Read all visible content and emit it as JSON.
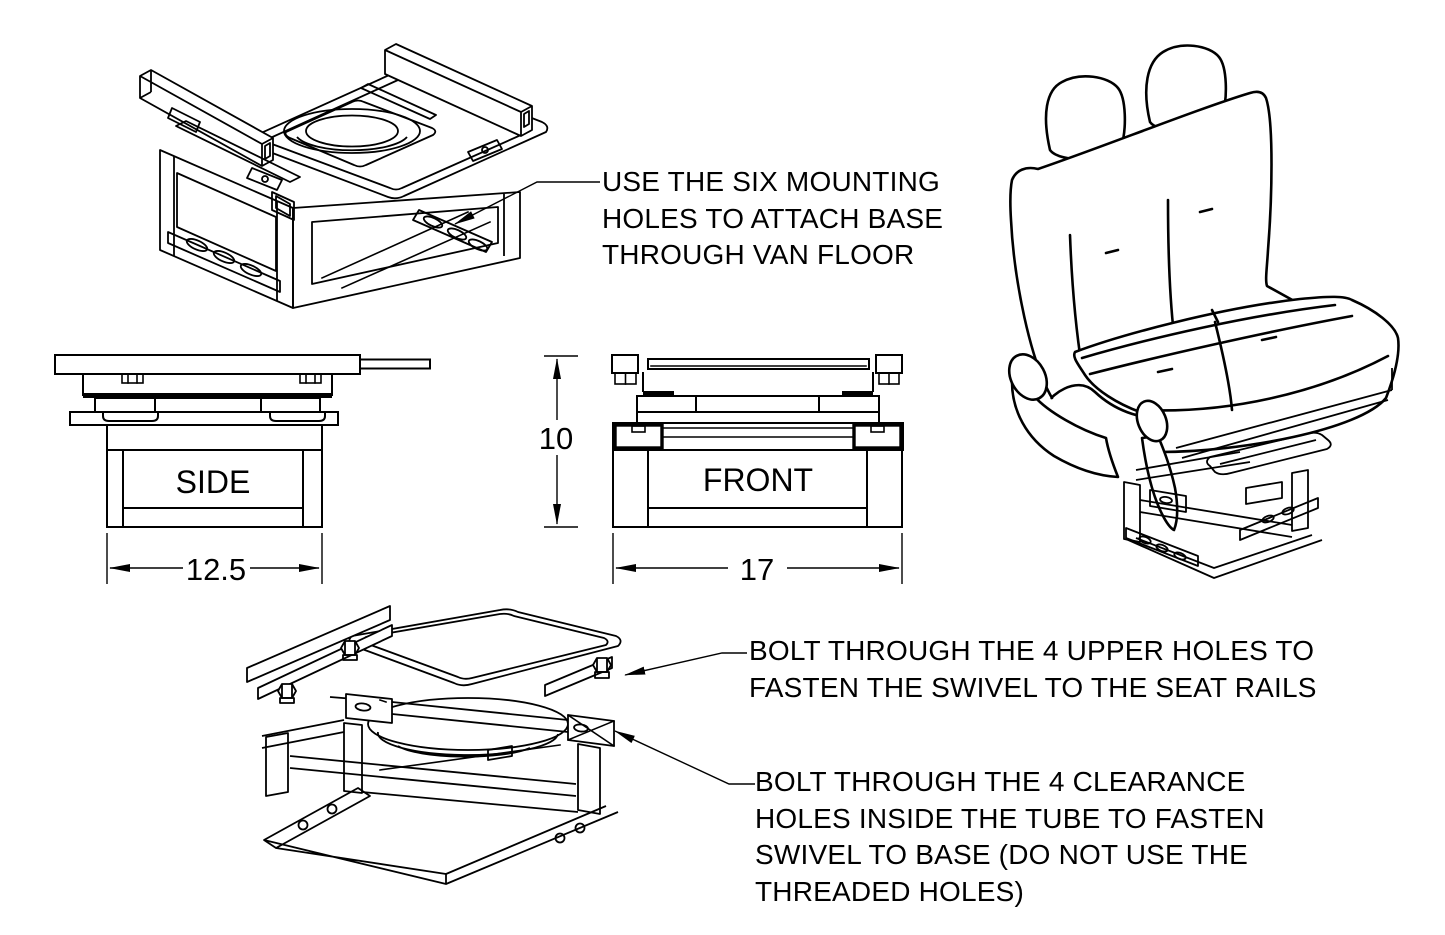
{
  "sheet": {
    "description": "Van seat swivel base assembly instruction drawing",
    "background": "#ffffff",
    "line_color": "#000000"
  },
  "callouts": {
    "mounting_holes": {
      "lines": [
        "USE THE SIX MOUNTING",
        "HOLES TO ATTACH BASE",
        "THROUGH VAN FLOOR"
      ]
    },
    "upper_holes": {
      "lines": [
        "BOLT THROUGH THE 4 UPPER HOLES TO",
        "FASTEN THE SWIVEL TO THE SEAT RAILS"
      ]
    },
    "clearance_holes": {
      "lines": [
        "BOLT THROUGH THE 4 CLEARANCE",
        "HOLES INSIDE THE TUBE TO FASTEN",
        "SWIVEL TO BASE (DO NOT USE THE",
        "THREADED HOLES)"
      ]
    }
  },
  "views": {
    "side": {
      "label": "SIDE",
      "width_dim": "12.5"
    },
    "front": {
      "label": "FRONT",
      "width_dim": "17",
      "height_dim": "10"
    }
  }
}
